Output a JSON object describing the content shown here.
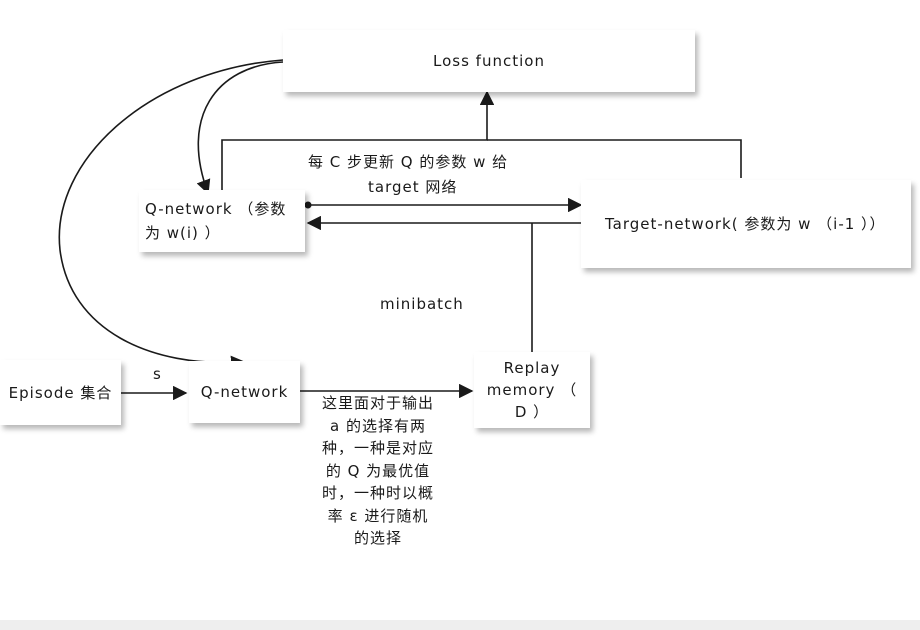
{
  "nodes": {
    "loss_function": "Loss function",
    "q_network_top": "Q-network （参数为 w(i) ）",
    "target_network": "Target-network( 参数为 w （i-1 ））",
    "episode": "Episode 集合",
    "q_network_bottom": "Q-network",
    "replay_memory": "Replay memory （ D ）"
  },
  "edge_labels": {
    "update_every_c": "每 C 步更新 Q 的参数 w 给",
    "target_net": "target 网络",
    "minibatch": "minibatch",
    "state": "s"
  },
  "note": "这里面对于输出 a 的选择有两种，一种是对应的 Q 为最优值时，一种时以概率 ε 进行随机的选择",
  "colors": {
    "line": "#1a1a1a",
    "background": "#ffffff"
  }
}
